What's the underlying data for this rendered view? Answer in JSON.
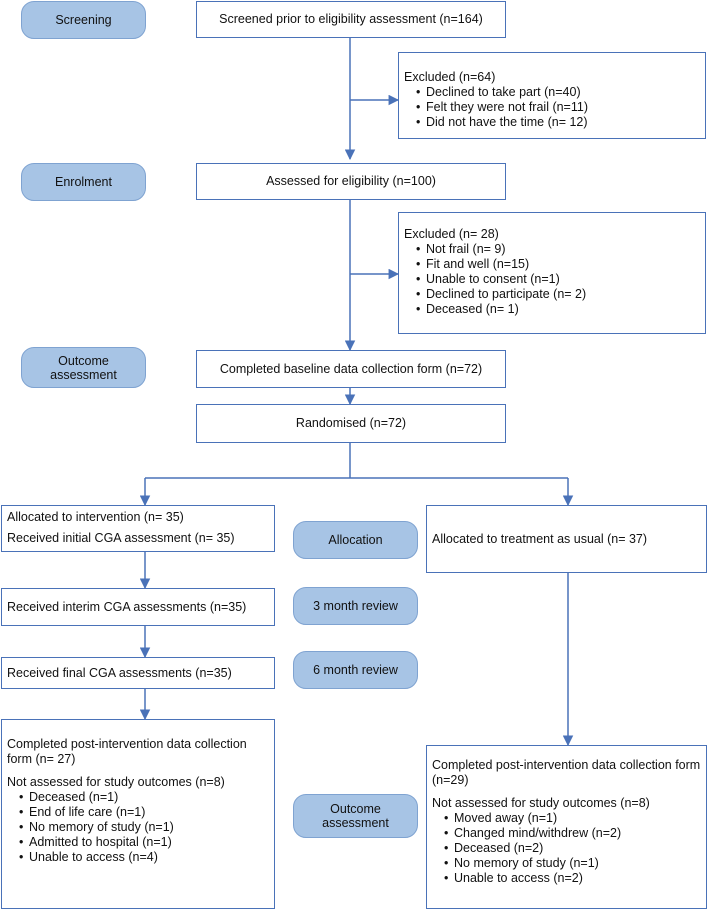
{
  "stages": {
    "screening": "Screening",
    "enrolment": "Enrolment",
    "outcome_top": "Outcome assessment",
    "allocation": "Allocation",
    "review_3": "3 month review",
    "review_6": "6 month review",
    "outcome_bottom": "Outcome assessment"
  },
  "boxes": {
    "screened": "Screened prior to eligibility assessment (n=164)",
    "excluded_1": {
      "title": "Excluded (n=64)",
      "items": [
        "Declined to take part (n=40)",
        "Felt they were not frail (n=11)",
        "Did not have the time (n= 12)"
      ]
    },
    "assessed": "Assessed for eligibility (n=100)",
    "excluded_2": {
      "title": "Excluded (n= 28)",
      "items": [
        "Not frail (n= 9)",
        "Fit and well (n=15)",
        "Unable to consent (n=1)",
        "Declined to participate (n= 2)",
        "Deceased (n= 1)"
      ]
    },
    "baseline": "Completed baseline data collection form (n=72)",
    "randomised": "Randomised (n=72)",
    "intervention": {
      "line1": "Allocated to intervention (n= 35)",
      "line2": "Received initial CGA assessment (n= 35)"
    },
    "usual_care": "Allocated to treatment as usual (n= 37)",
    "interim": "Received interim CGA assessments (n=35)",
    "final": "Received final CGA assessments (n=35)",
    "post_left": {
      "line1": "Completed post-intervention data collection form  (n= 27)",
      "not_assessed": "Not assessed for study outcomes (n=8)",
      "items": [
        "Deceased (n=1)",
        "End of life care (n=1)",
        "No memory of study (n=1)",
        "Admitted to hospital (n=1)",
        "Unable to access (n=4)"
      ]
    },
    "post_right": {
      "line1": "Completed post-intervention data collection form  (n=29)",
      "not_assessed": "Not assessed for study outcomes (n=8)",
      "items": [
        "Moved away (n=1)",
        "Changed mind/withdrew (n=2)",
        "Deceased (n=2)",
        "No memory of study (n=1)",
        "Unable to access (n=2)"
      ]
    }
  },
  "colors": {
    "stage_fill": "#a7c4e5",
    "border": "#4a72b8"
  }
}
